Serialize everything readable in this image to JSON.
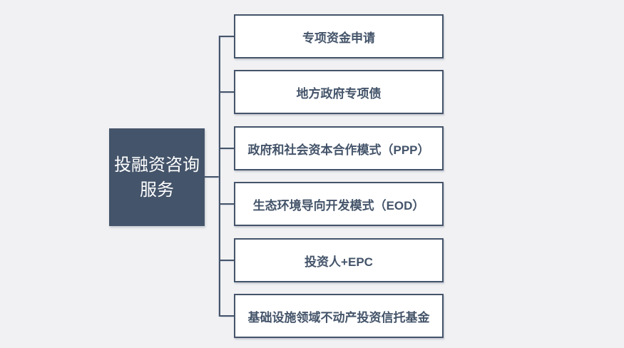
{
  "diagram": {
    "type": "hierarchy",
    "background_color": "#F1F1F3",
    "connector_color": "#44546A",
    "root": {
      "label": "投融资咨询服务",
      "lines": [
        "投融资咨询",
        "服务"
      ],
      "fill_color": "#44546A",
      "text_color": "#FFFFFF"
    },
    "child_style": {
      "fill_color": "#FFFFFF",
      "border_color": "#44546A",
      "text_color": "#44546A"
    },
    "children": [
      {
        "label": "专项资金申请"
      },
      {
        "label": "地方政府专项债"
      },
      {
        "label": "政府和社会资本合作模式（PPP）"
      },
      {
        "label": "生态环境导向开发模式（EOD）"
      },
      {
        "label": "投资人+EPC"
      },
      {
        "label": "基础设施领域不动产投资信托基金"
      }
    ]
  }
}
